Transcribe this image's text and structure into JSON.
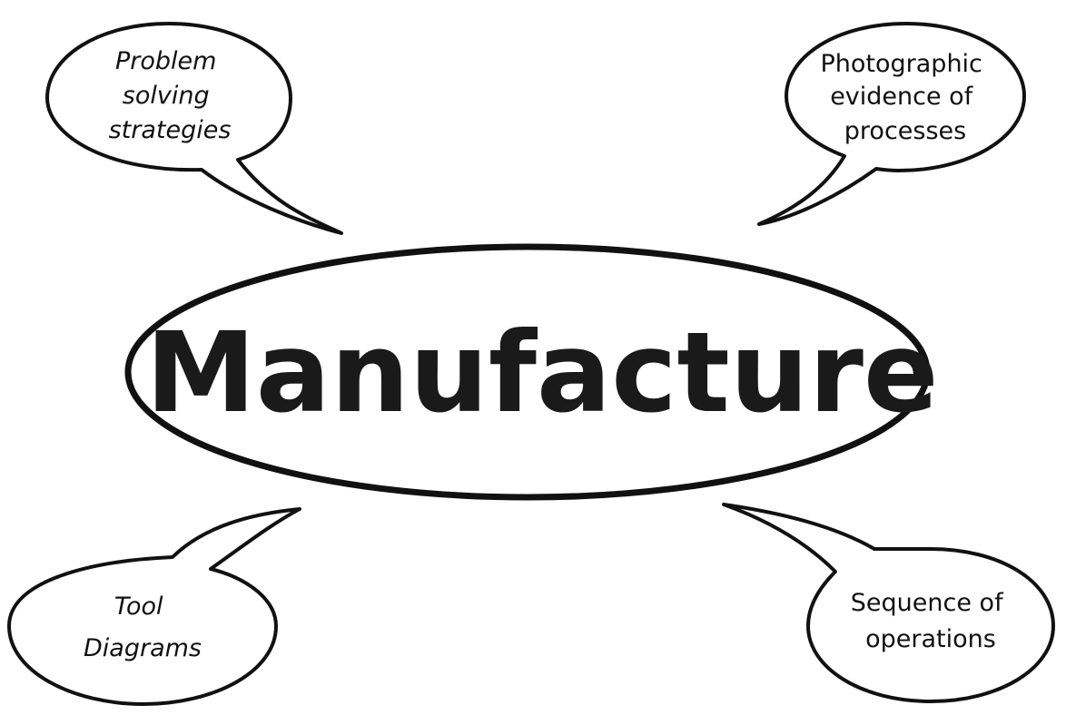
{
  "center": {
    "label": "Manufacture"
  },
  "bubbles": {
    "top_left": {
      "lines": [
        "Problem",
        "solving",
        "strategies"
      ]
    },
    "top_right": {
      "lines": [
        "Photographic",
        "evidence of",
        "processes"
      ]
    },
    "bottom_left": {
      "lines": [
        "Tool",
        "Diagrams"
      ]
    },
    "bottom_right": {
      "lines": [
        "Sequence of",
        "operations"
      ]
    }
  },
  "colors": {
    "stroke": "#111111",
    "fill": "#ffffff",
    "background": "#ffffff"
  }
}
